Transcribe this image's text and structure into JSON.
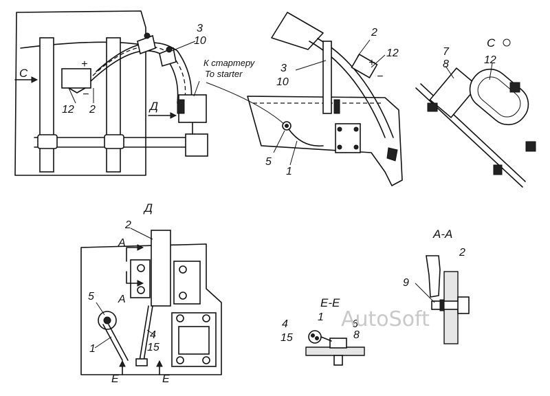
{
  "views": {
    "c": {
      "label": "С"
    },
    "d": {
      "label": "Д"
    },
    "aa": {
      "title": "А-А"
    },
    "ee": {
      "title": "Е-Е"
    },
    "c_detail": {
      "title": "С"
    }
  },
  "section_marks": {
    "a1": "А",
    "a2": "А",
    "e1": "Е",
    "e2": "Е"
  },
  "notes": {
    "starter_ru": "К стартеру",
    "starter_en": "To starter"
  },
  "callouts": {
    "tl_3": "3",
    "tl_10": "10",
    "tl_12": "12",
    "tl_2": "2",
    "tl_plus": "+",
    "tl_minus": "−",
    "tr_2": "2",
    "tr_12": "12",
    "tr_3": "3",
    "tr_10": "10",
    "tr_5": "5",
    "tr_1": "1",
    "tr_plus": "+",
    "tr_minus": "−",
    "c_7": "7",
    "c_8": "8",
    "c_12": "12",
    "d_2": "2",
    "d_5": "5",
    "d_1": "1",
    "d_4": "4",
    "d_15": "15",
    "ee_1": "1",
    "ee_4": "4",
    "ee_15": "15",
    "ee_6": "6",
    "ee_8": "8",
    "aa_2": "2",
    "aa_9": "9"
  },
  "watermark": "AutoSoft"
}
